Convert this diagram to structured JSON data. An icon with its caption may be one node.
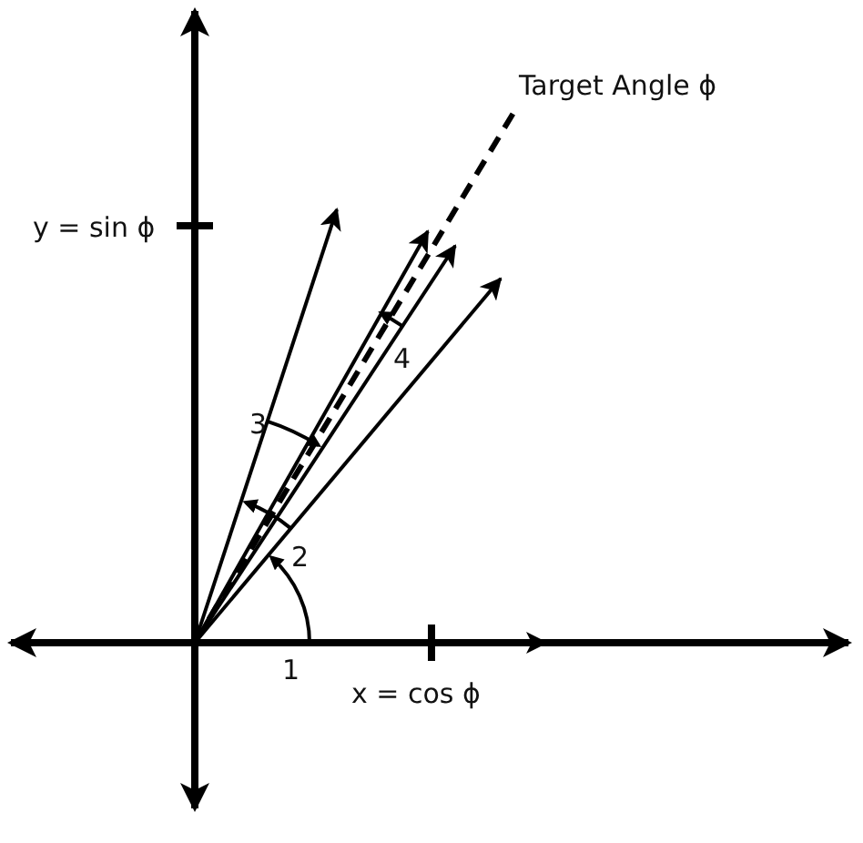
{
  "diagram": {
    "labels": [
      "Target Angle ϕ",
      "y = sin ϕ",
      "x = cos ϕ",
      "1",
      "2",
      "3",
      "4"
    ]
  }
}
